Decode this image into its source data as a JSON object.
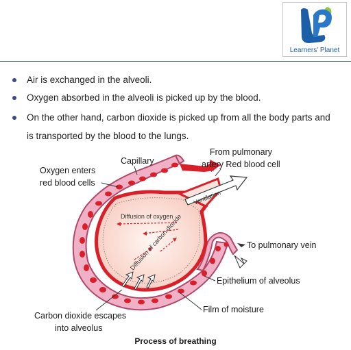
{
  "logo": {
    "text": "Learners' Planet",
    "mark": "LP",
    "colors": {
      "blue": "#1d5ea8",
      "green": "#8cc63f"
    }
  },
  "bullets": [
    {
      "line1": "Air is exchanged in the alveoli.",
      "line2": ""
    },
    {
      "line1": "Oxygen absorbed in the alveoli is picked up by the blood.",
      "line2": ""
    },
    {
      "line1": "On the other hand, carbon dioxide is picked up from all the body parts and",
      "line2": "is transported by the blood to the lungs."
    }
  ],
  "diagram": {
    "labels": {
      "capillary": "Capillary",
      "oxygen_enters_1": "Oxygen enters",
      "oxygen_enters_2": "red blood cells",
      "from_pulmonary_1": "From pulmonary",
      "from_pulmonary_2": "artery Red blood cell",
      "ventilation": "Ventilation",
      "diffusion_oxygen": "Diffusion of oxygen",
      "diffusion_co2": "Diffusion of carbon dioxide",
      "to_pulmonary_vein": "To pulmonary vein",
      "epithelium": "Epithelium of alveolus",
      "film": "Film of moisture",
      "co2_escapes_1": "Carbon dioxide escapes",
      "co2_escapes_2": "into alveolus"
    },
    "colors": {
      "alveolus_fill": "#fbe3dc",
      "capillary_fill": "#f0b0c6",
      "red_cell": "#d8202a",
      "epithelium": "#d8202a"
    }
  },
  "caption": "Process of breathing"
}
